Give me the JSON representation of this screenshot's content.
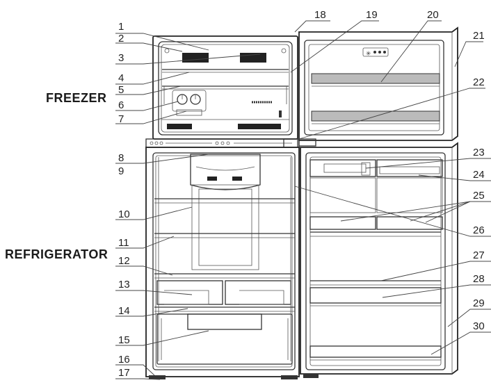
{
  "labels": {
    "freezer": "FREEZER",
    "refrigerator": "REFRIGERATOR"
  },
  "callouts": [
    "1",
    "2",
    "3",
    "4",
    "5",
    "6",
    "7",
    "8",
    "9",
    "10",
    "11",
    "12",
    "13",
    "14",
    "15",
    "16",
    "17",
    "18",
    "19",
    "20",
    "21",
    "22",
    "23",
    "24",
    "25",
    "26",
    "27",
    "28",
    "29",
    "30"
  ]
}
